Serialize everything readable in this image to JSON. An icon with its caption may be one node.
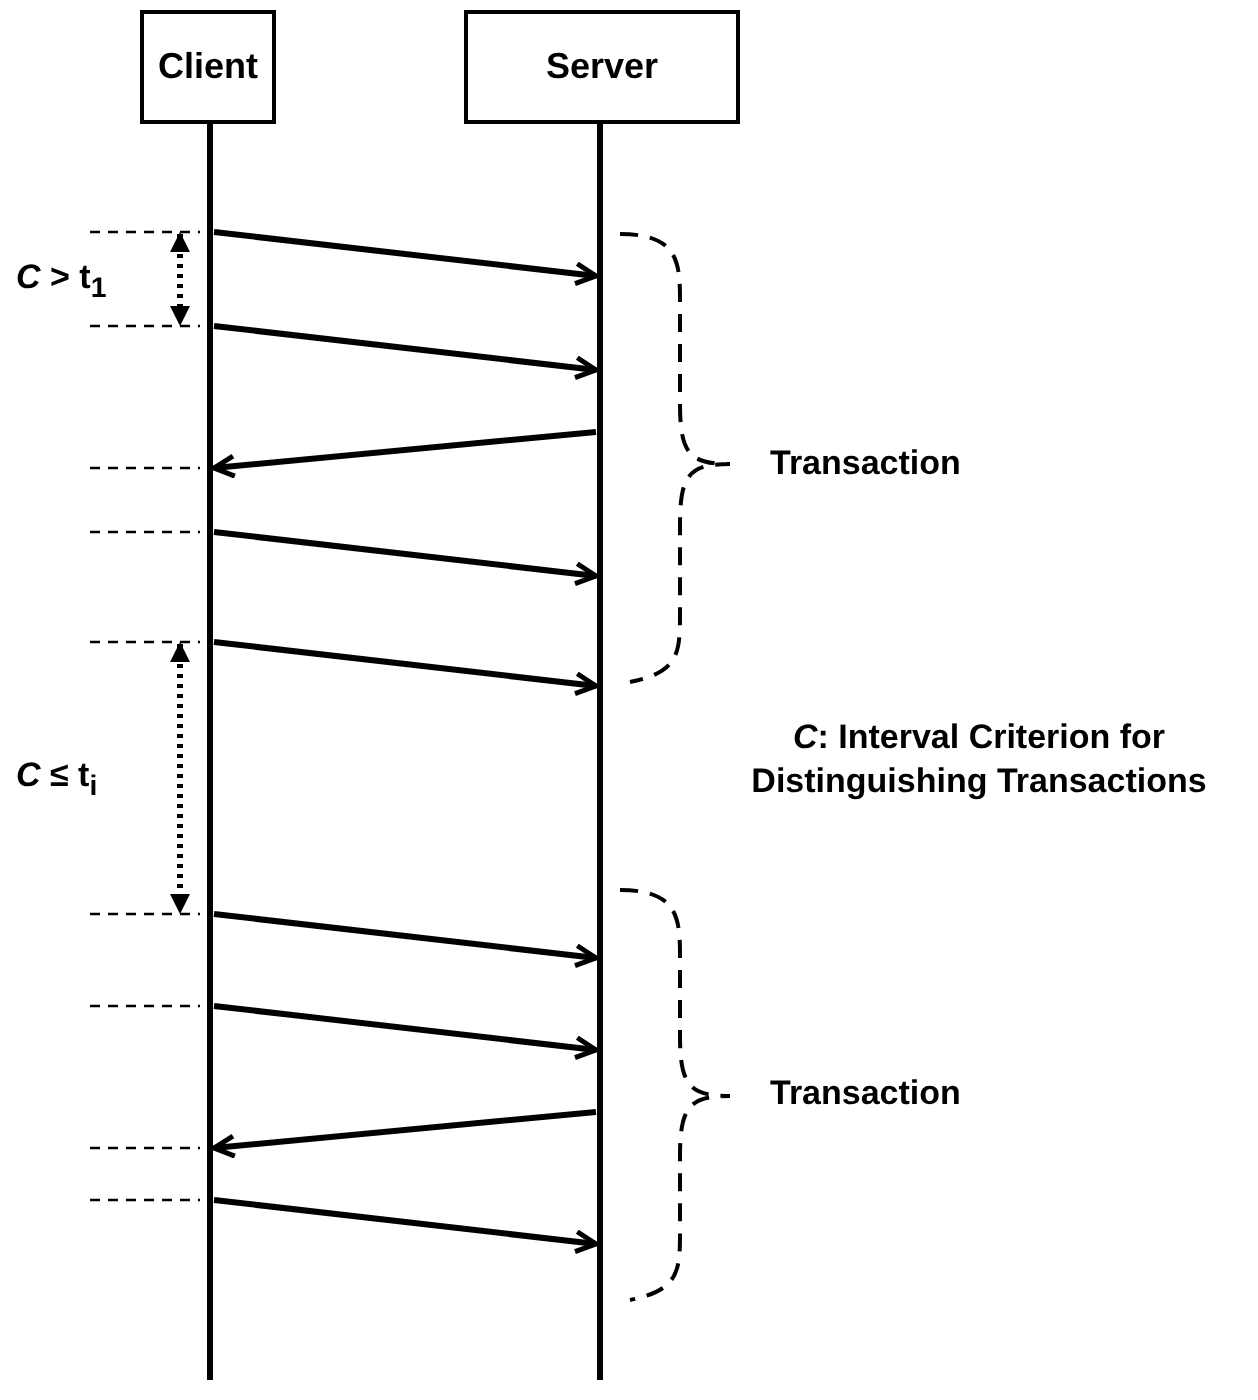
{
  "diagram": {
    "nodes": [
      {
        "text": [
          "Client"
        ]
      },
      {
        "text": [
          "Server"
        ]
      }
    ],
    "edges": [
      {
        "from": 0,
        "to": 1,
        "arrow": "to"
      },
      {
        "from": 0,
        "to": 1,
        "arrow": "to"
      },
      {
        "from": 1,
        "to": 0,
        "arrow": "to"
      },
      {
        "from": 0,
        "to": 1,
        "arrow": "to"
      },
      {
        "from": 0,
        "to": 1,
        "arrow": "to"
      },
      {
        "from": 0,
        "to": 1,
        "arrow": "to"
      },
      {
        "from": 0,
        "to": 1,
        "arrow": "to"
      },
      {
        "from": 1,
        "to": 0,
        "arrow": "to"
      },
      {
        "from": 0,
        "to": 1,
        "arrow": "to"
      }
    ],
    "labels": [
      "*C* > t$_{1}$",
      "Transaction",
      "*C*: Interval Criterion for Distinguishing Transactions",
      "*C* ≤ t$_{i}$",
      "Transaction"
    ]
  }
}
